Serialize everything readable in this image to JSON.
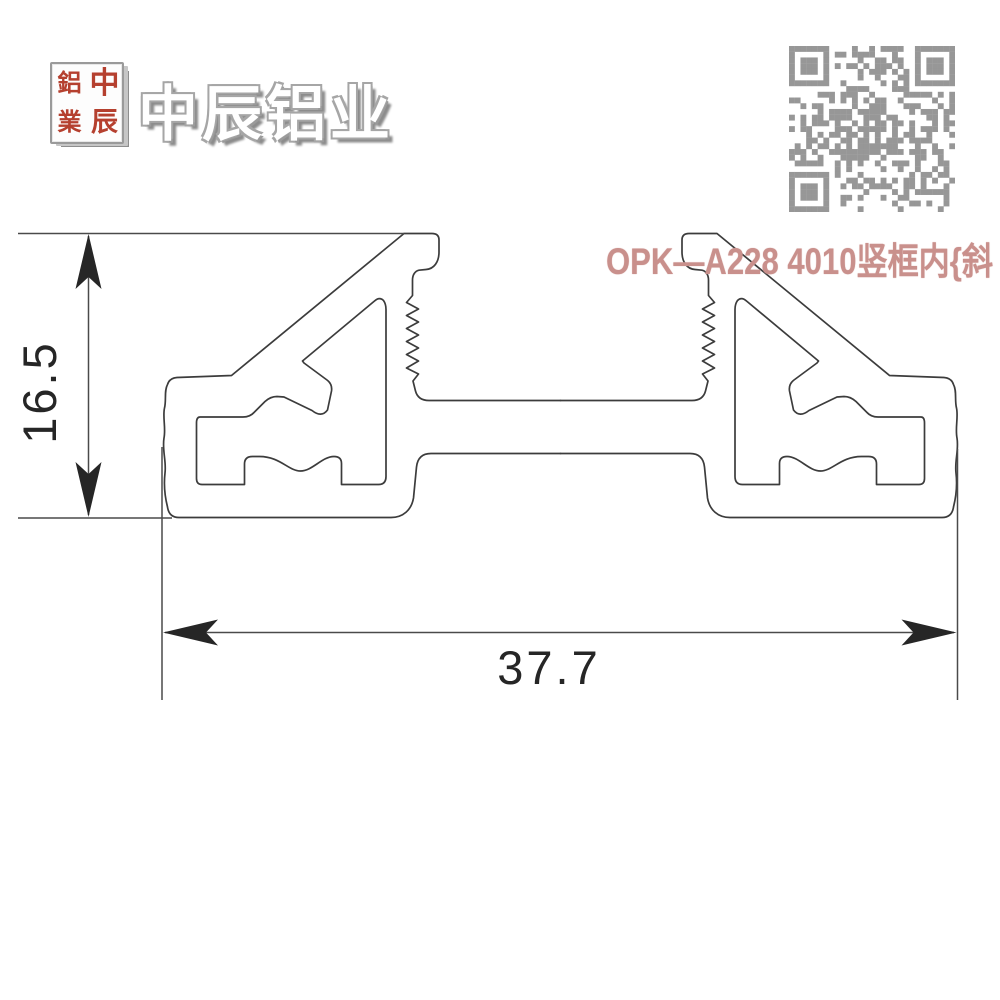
{
  "header": {
    "seal": {
      "chars": [
        "鋁",
        "中",
        "業",
        "辰"
      ],
      "color": "#b5402f"
    },
    "company_name": "中辰铝业",
    "qr": {
      "present": true,
      "color": "#979797"
    }
  },
  "watermark": {
    "text": "OPK—A228 4010竖框内{斜",
    "color": "#c9908c"
  },
  "drawing": {
    "type": "aluminium-profile-cross-section",
    "line_color": "#3c3c3c",
    "dimensions": {
      "height": "16.5",
      "width": "37.7"
    }
  }
}
